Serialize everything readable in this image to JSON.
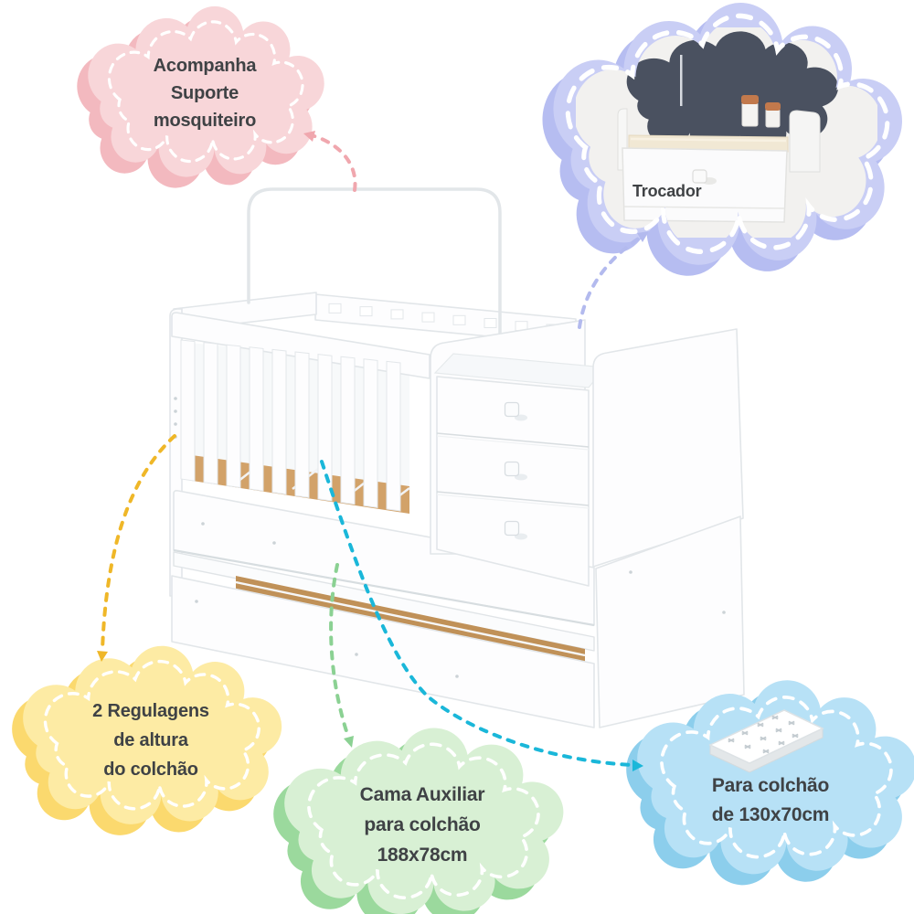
{
  "clouds": {
    "mosquito_net": {
      "lines": [
        "Acompanha",
        "Suporte",
        "mosquiteiro"
      ],
      "fill": "#f8d6d9",
      "fill_dark": "#f3b9bf",
      "arrow_color": "#f0a7ae"
    },
    "changing_table": {
      "label": "Trocador",
      "fill": "#c9cef5",
      "fill_dark": "#b6bdf1",
      "arrow_color": "#b3baee"
    },
    "mattress_height": {
      "lines": [
        "2 Regulagens",
        "de altura",
        "do colchão"
      ],
      "fill": "#fdeba4",
      "fill_dark": "#fbd96e",
      "arrow_color": "#efb728"
    },
    "auxiliary_bed": {
      "lines": [
        "Cama Auxiliar",
        "para colchão",
        "188x78cm"
      ],
      "fill": "#d8f0d4",
      "fill_dark": "#9bd99d",
      "arrow_color": "#8bd193"
    },
    "mattress_size": {
      "lines": [
        "Para colchão",
        "de 130x70cm"
      ],
      "fill": "#b7e1f6",
      "fill_dark": "#8cceec",
      "arrow_color": "#1ab7d9"
    }
  },
  "text_color": "#3f4245",
  "icons": {
    "mattress": "mattress-icon",
    "jars": "cream-jars-icon"
  }
}
